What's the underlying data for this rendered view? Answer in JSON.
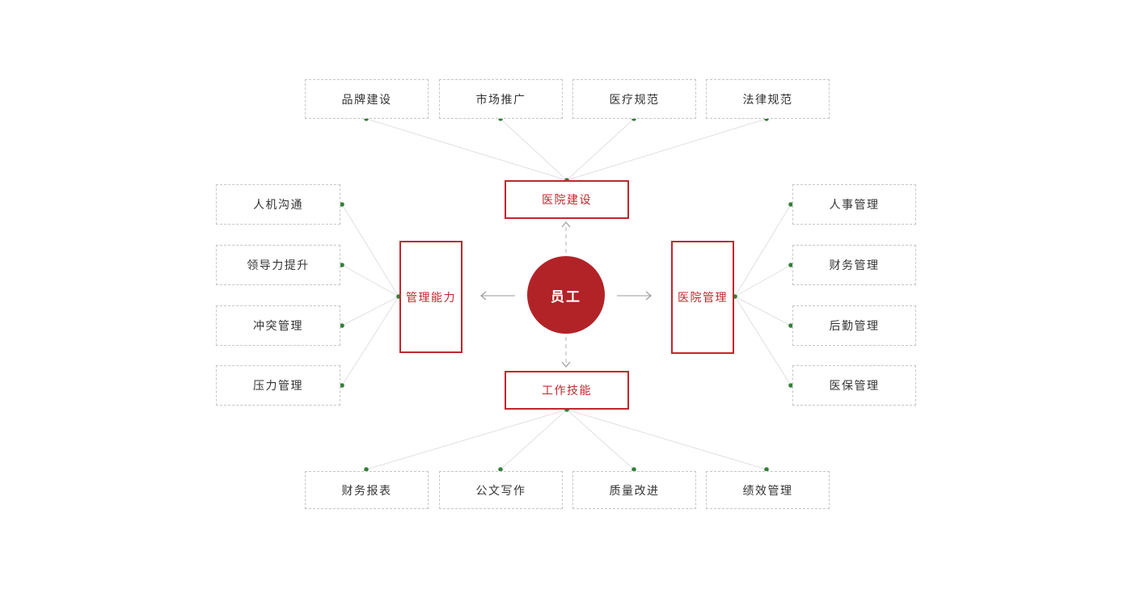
{
  "diagram": {
    "center": {
      "label": "员工"
    },
    "branches": [
      {
        "position": "top",
        "label": "医院建设",
        "leaves": [
          "品牌建设",
          "市场推广",
          "医疗规范",
          "法律规范"
        ]
      },
      {
        "position": "left",
        "label": "管理能力",
        "leaves": [
          "人机沟通",
          "领导力提升",
          "冲突管理",
          "压力管理"
        ]
      },
      {
        "position": "right",
        "label": "医院管理",
        "leaves": [
          "人事管理",
          "财务管理",
          "后勤管理",
          "医保管理"
        ]
      },
      {
        "position": "bottom",
        "label": "工作技能",
        "leaves": [
          "财务报表",
          "公文写作",
          "质量改进",
          "绩效管理"
        ]
      }
    ],
    "colors": {
      "center_fill": "#b22328",
      "center_text": "#ffffff",
      "branch_border": "#c1272d",
      "branch_text": "#c1272d",
      "leaf_border": "#c6c6c6",
      "leaf_text": "#333333",
      "connector_line": "#e0e0e0",
      "arrow": "#9b9b9b",
      "dashed_arrow": "#b3b3b3",
      "node_dot": "#35803a"
    }
  }
}
